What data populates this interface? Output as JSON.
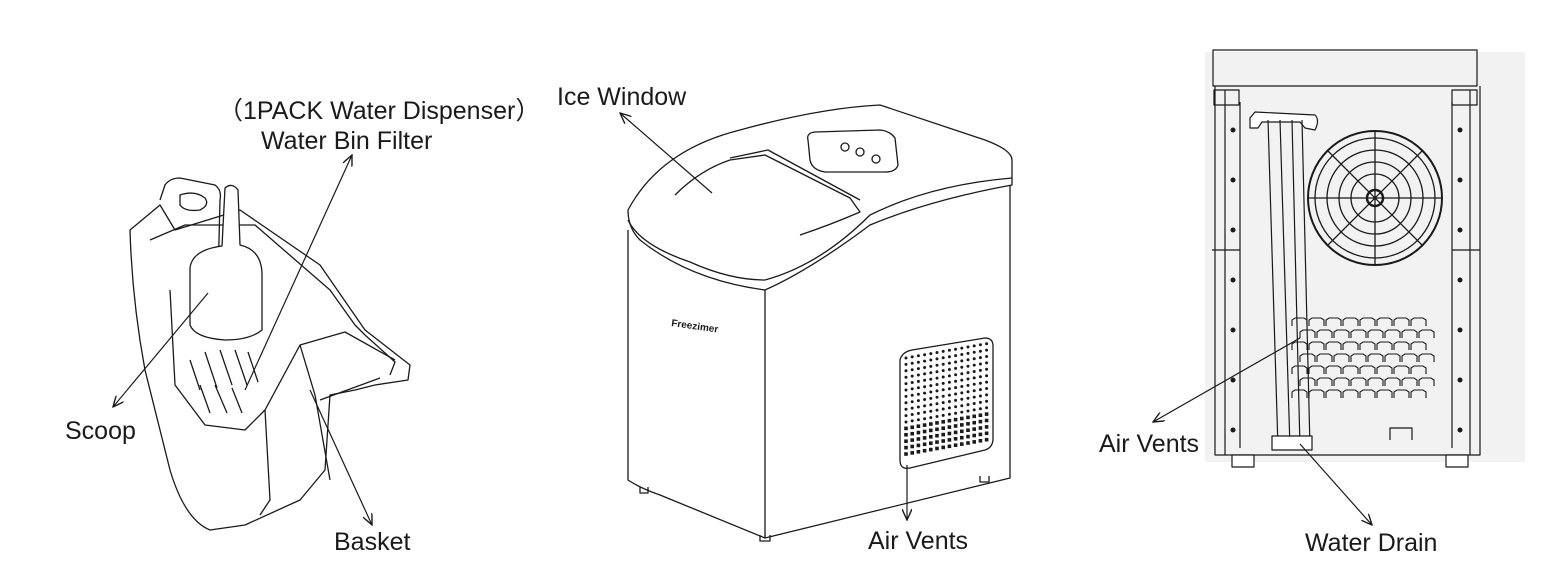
{
  "colors": {
    "line": "#1a1a1a",
    "background": "#ffffff",
    "rear_panel": "#f2f2f2"
  },
  "labels": {
    "filter_pack": "（1PACK Water Dispenser）",
    "water_bin_filter": "Water Bin Filter",
    "scoop": "Scoop",
    "basket": "Basket",
    "ice_window": "Ice Window",
    "air_vents_front": "Air Vents",
    "air_vents_rear": "Air Vents",
    "water_drain": "Water Drain"
  },
  "machine": {
    "brand": "Freezimer"
  },
  "icons": [
    "basket-illustration",
    "scoop-illustration",
    "ice-maker-front-illustration",
    "ice-maker-rear-illustration",
    "fan-icon"
  ]
}
